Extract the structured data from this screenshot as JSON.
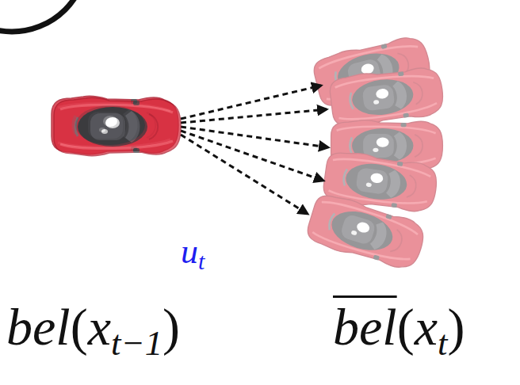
{
  "diagram": {
    "labels": [
      "u",
      "t",
      "bel",
      "(",
      "x",
      "t−1",
      ")",
      "bel",
      "(",
      "x",
      "t",
      ")"
    ]
  }
}
